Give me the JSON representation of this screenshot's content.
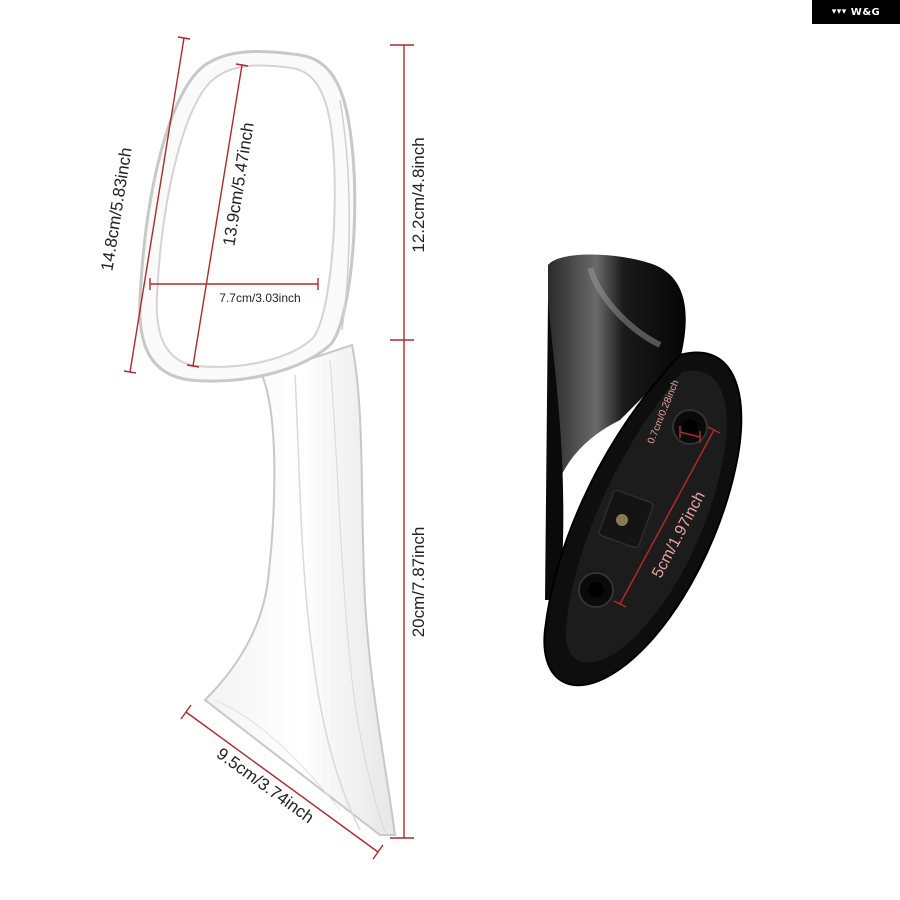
{
  "brand": {
    "logo_text": "W&G",
    "colors": {
      "badge_bg": "#000000",
      "badge_text": "#ffffff"
    }
  },
  "dimensions": {
    "mirror_height": "14.8cm/5.83inch",
    "glass_height": "13.9cm/5.47inch",
    "glass_width": "7.7cm/3.03inch",
    "mirror_head_height": "12.2cm/4.8inch",
    "stem_height": "20cm/7.87inch",
    "base_length": "9.5cm/3.74inch",
    "hole_diameter": "0.7cm/0.28inch",
    "hole_spacing": "5cm/1.97inch"
  },
  "colors": {
    "dimension_line": "#b02a2a",
    "label_text": "#222222",
    "label_text_on_dark": "#e9a3a3",
    "mirror_outline": "#c8c8c8",
    "mount_body": "#111111"
  }
}
